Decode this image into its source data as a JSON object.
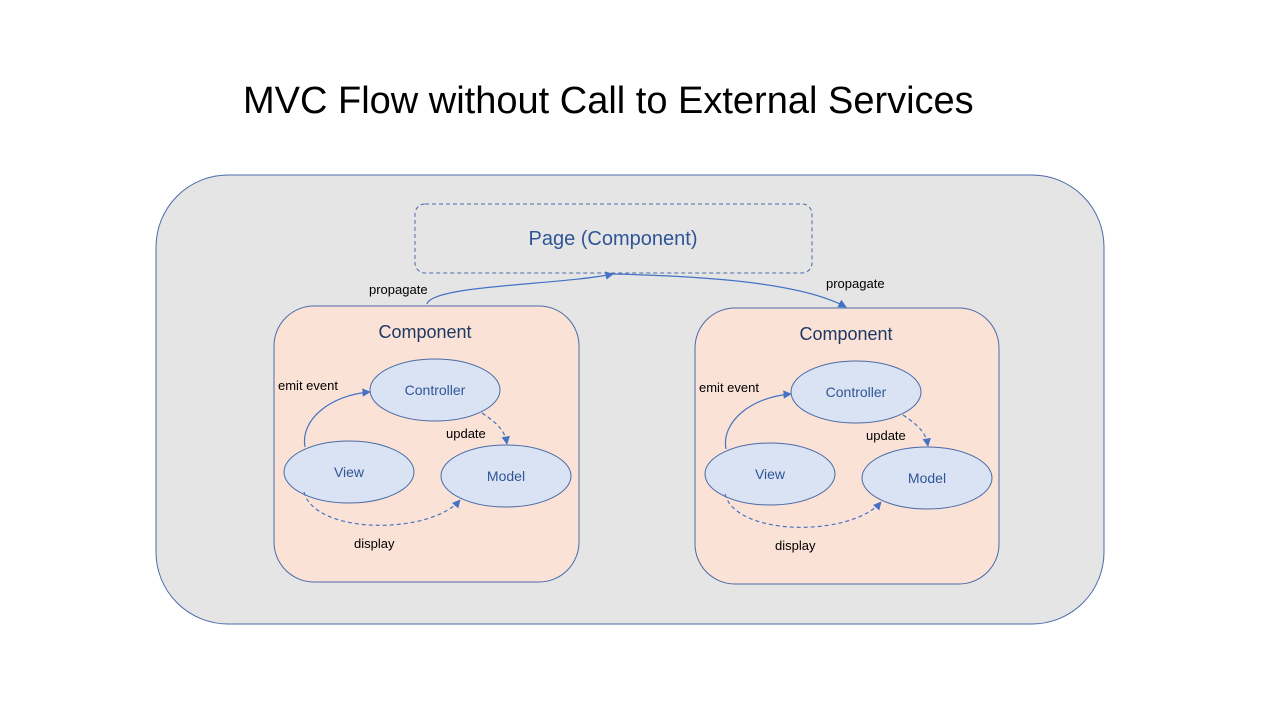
{
  "title": "MVC Flow without Call to External Services",
  "colors": {
    "container_fill": "#e5e5e5",
    "container_stroke": "#4a6aa8",
    "component_fill": "#fae3d6",
    "ellipse_fill": "#dae3f3",
    "arrow": "#4472c4",
    "node_text": "#2f5597",
    "heading_text": "#1f3864"
  },
  "page": {
    "label": "Page (Component)"
  },
  "edges": {
    "propagate_left": "propagate",
    "propagate_right": "propagate"
  },
  "components": [
    {
      "title": "Component",
      "controller": "Controller",
      "view": "View",
      "model": "Model",
      "emit_event": "emit event",
      "update": "update",
      "display": "display"
    },
    {
      "title": "Component",
      "controller": "Controller",
      "view": "View",
      "model": "Model",
      "emit_event": "emit event",
      "update": "update",
      "display": "display"
    }
  ]
}
